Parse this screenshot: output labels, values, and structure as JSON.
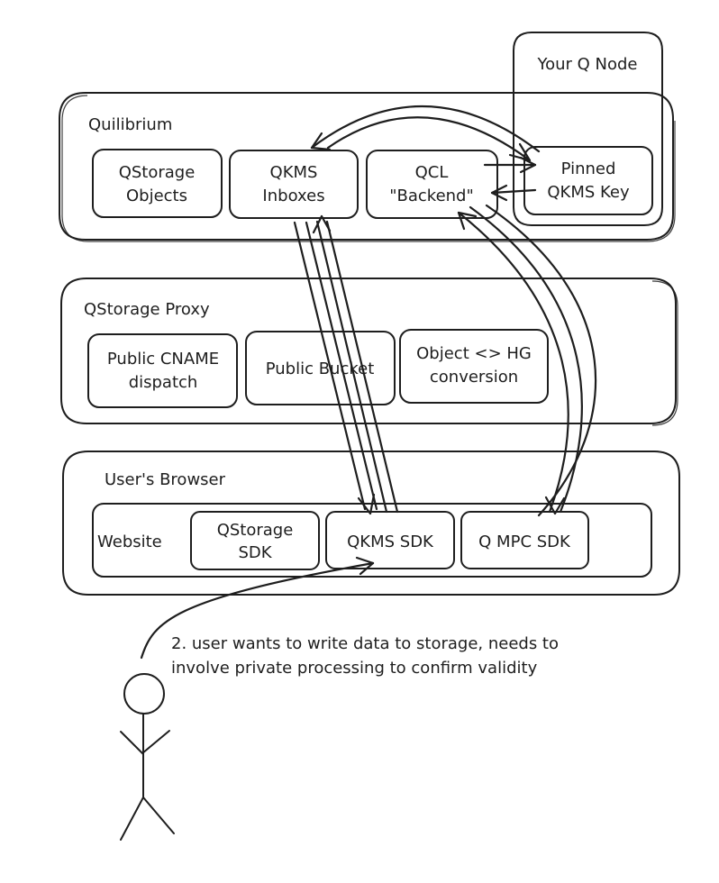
{
  "groups": {
    "your_q_node": "Your Q Node",
    "quilibrium": "Quilibrium",
    "qstorage_proxy": "QStorage Proxy",
    "users_browser": "User's Browser",
    "website": "Website"
  },
  "nodes": {
    "qstorage_objects": [
      "QStorage",
      "Objects"
    ],
    "qkms_inboxes": [
      "QKMS",
      "Inboxes"
    ],
    "qcl_backend": [
      "QCL",
      "\"Backend\""
    ],
    "pinned_qkms_key": [
      "Pinned",
      "QKMS Key"
    ],
    "public_cname": [
      "Public CNAME",
      "dispatch"
    ],
    "public_bucket": "Public Bucket",
    "object_hg": [
      "Object <> HG",
      "conversion"
    ],
    "qstorage_sdk": [
      "QStorage",
      "SDK"
    ],
    "qkms_sdk": "QKMS SDK",
    "q_mpc_sdk": "Q MPC SDK"
  },
  "annotation": [
    "2. user wants to write data to storage, needs to",
    "involve private processing to confirm validity"
  ]
}
